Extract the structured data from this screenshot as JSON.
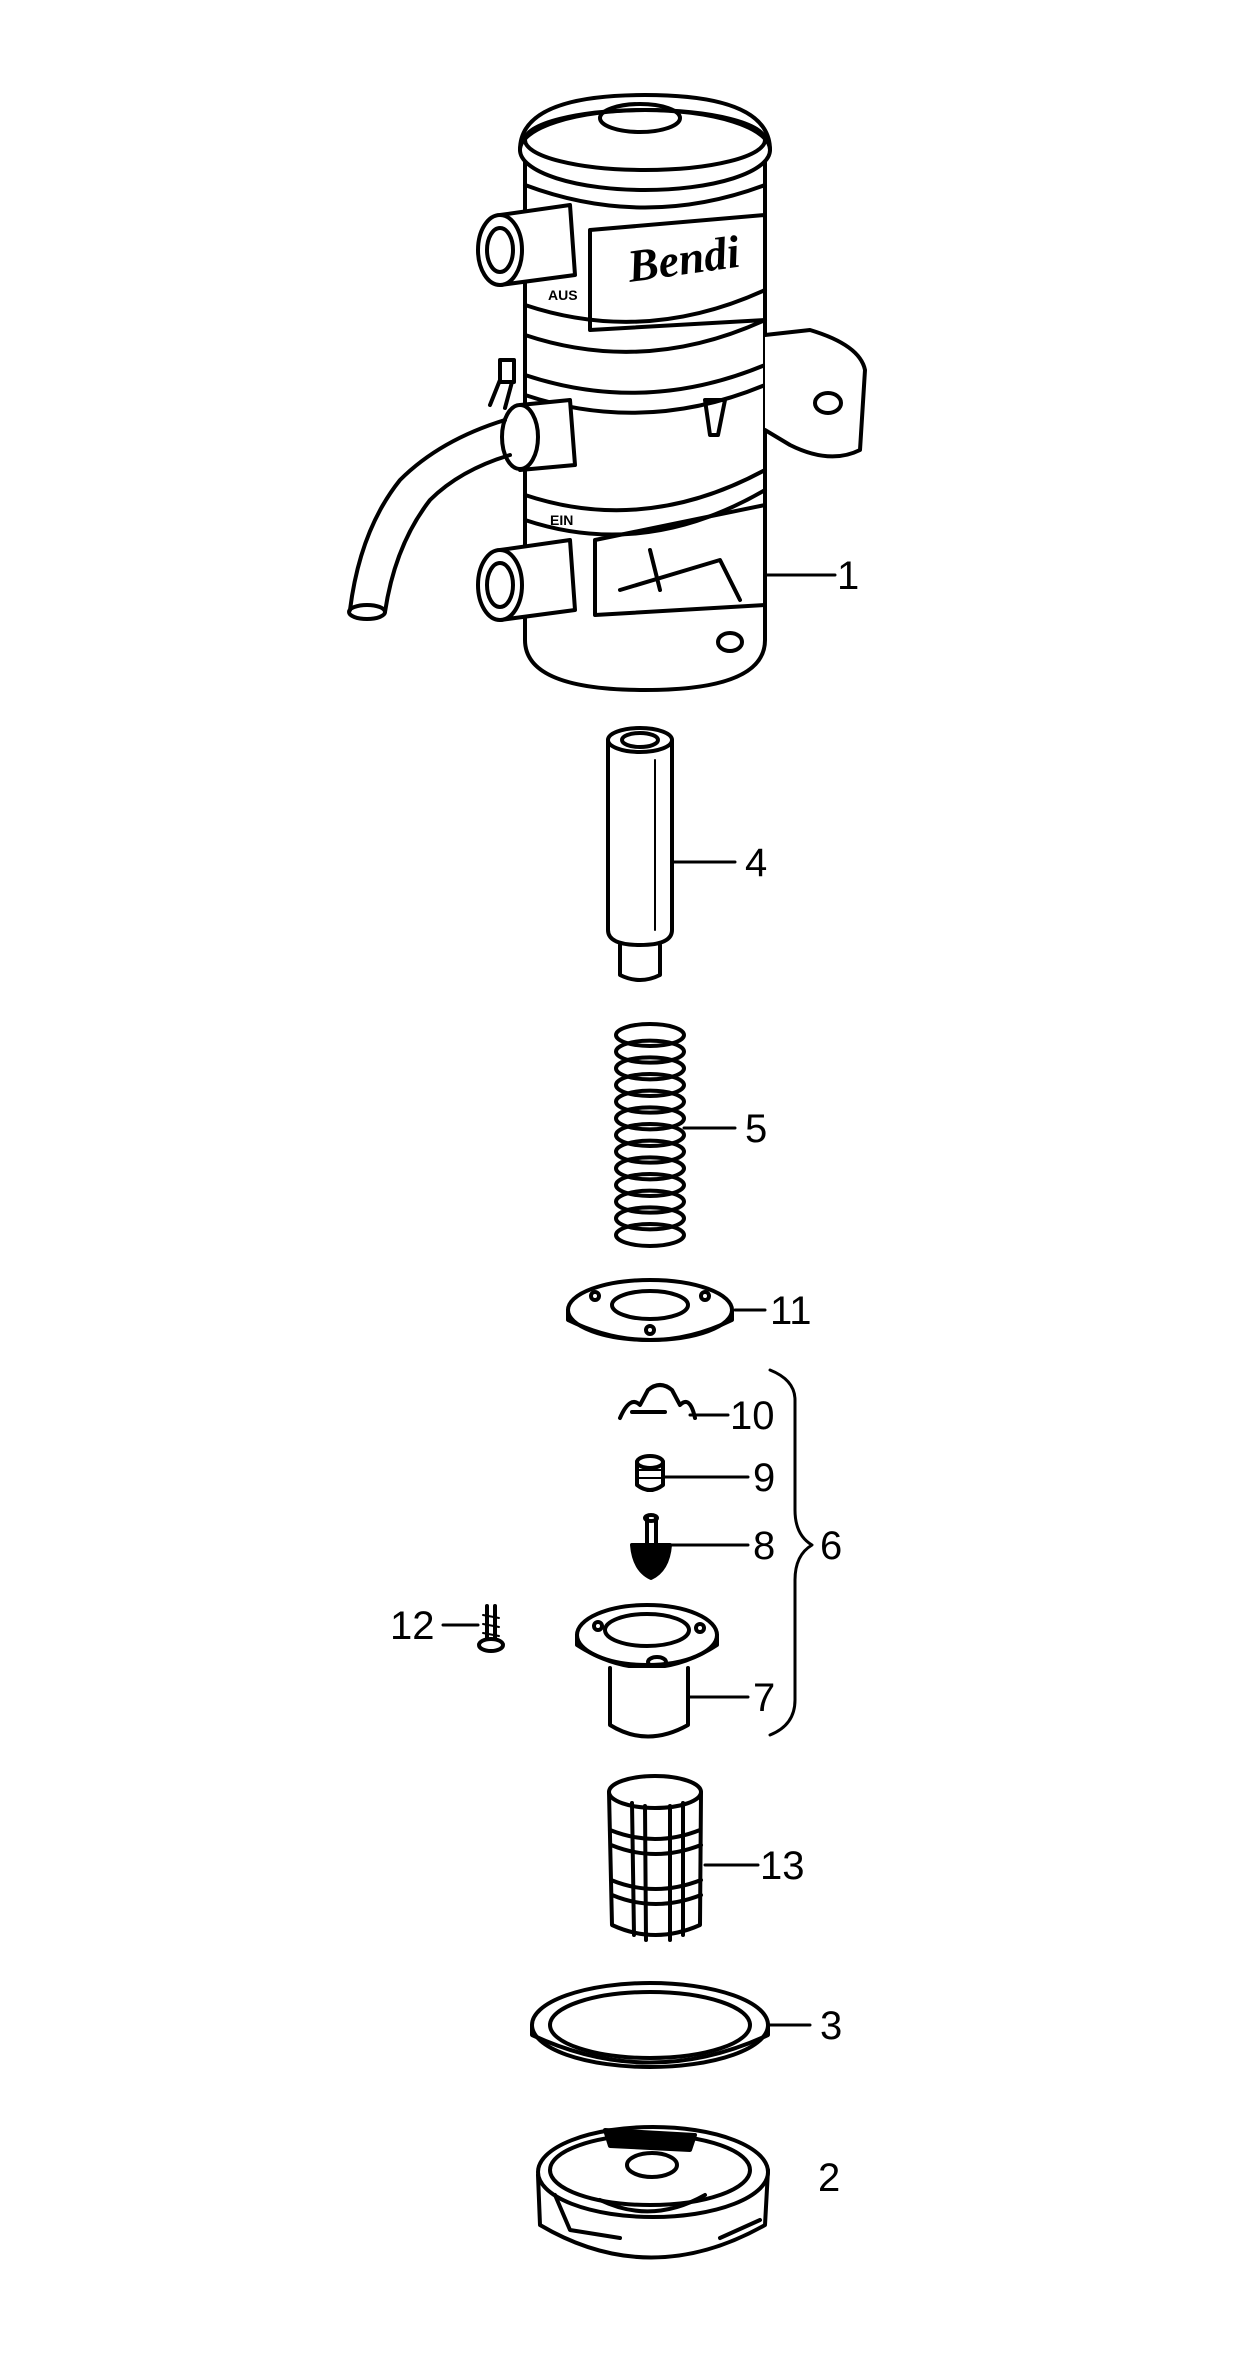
{
  "diagram": {
    "brand_text": "Bendi",
    "port_labels": {
      "outlet": "AUS",
      "inlet": "EIN"
    },
    "callouts": [
      {
        "id": "1",
        "label": "1"
      },
      {
        "id": "4",
        "label": "4"
      },
      {
        "id": "5",
        "label": "5"
      },
      {
        "id": "11",
        "label": "11"
      },
      {
        "id": "10",
        "label": "10"
      },
      {
        "id": "9",
        "label": "9"
      },
      {
        "id": "8",
        "label": "8"
      },
      {
        "id": "6",
        "label": "6"
      },
      {
        "id": "12",
        "label": "12"
      },
      {
        "id": "7",
        "label": "7"
      },
      {
        "id": "13",
        "label": "13"
      },
      {
        "id": "3",
        "label": "3"
      },
      {
        "id": "2",
        "label": "2"
      }
    ],
    "colors": {
      "line": "#000000",
      "background": "#ffffff",
      "shade": "#e6e6e6"
    }
  }
}
